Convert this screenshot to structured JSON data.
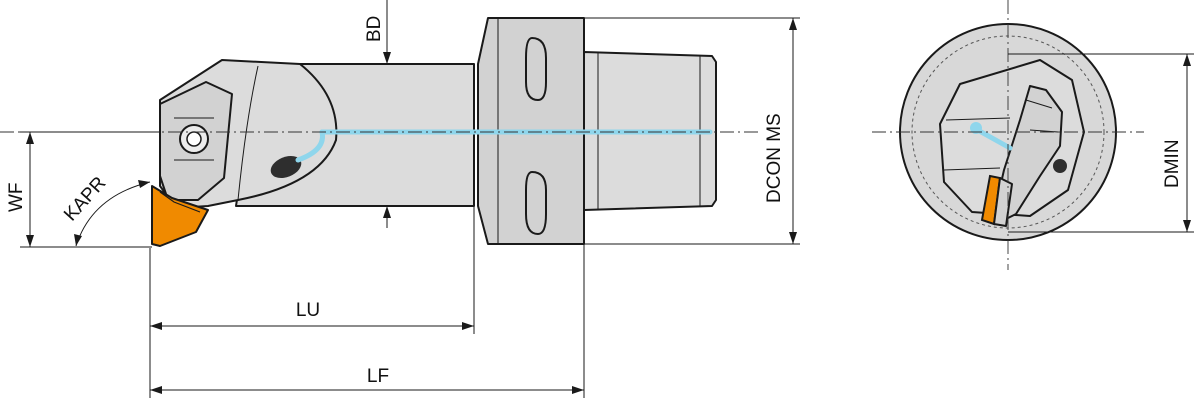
{
  "labels": {
    "bd": "BD",
    "dcon_ms": "DCON MS",
    "wf": "WF",
    "kapr": "KAPR",
    "lu": "LU",
    "lf": "LF",
    "dmin": "DMIN"
  },
  "colors": {
    "insert": "#f08a00",
    "body": "#dcdcdc",
    "coolant": "#8fd6ec",
    "outline": "#1a1a1a"
  }
}
